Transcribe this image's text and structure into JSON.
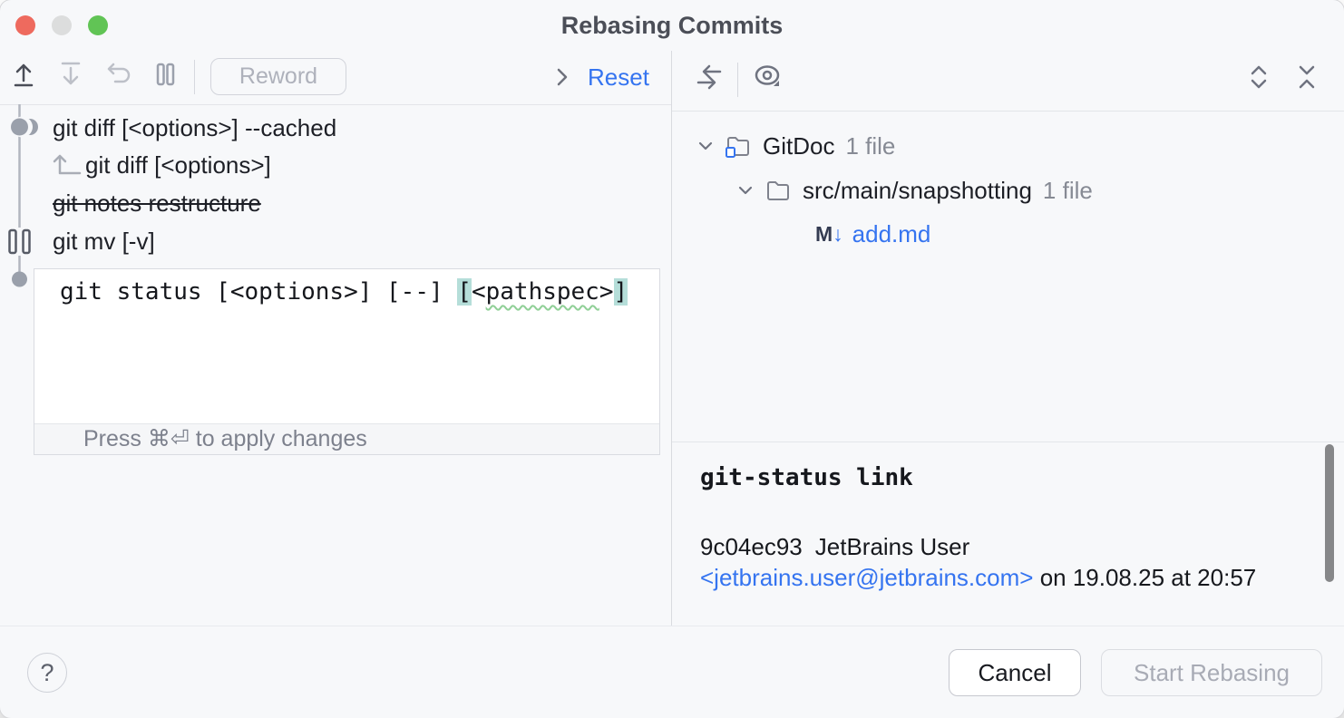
{
  "window": {
    "title": "Rebasing Commits"
  },
  "colors": {
    "accent_blue": "#3574f0",
    "bracket_highlight": "#b5ded9",
    "graph_gray": "#9aa0ab",
    "traffic_red": "#ee6a5e",
    "traffic_green": "#61c455"
  },
  "left_toolbar": {
    "icons": [
      "move-commit-up",
      "move-commit-down",
      "undo",
      "pause-edit"
    ],
    "reword_label": "Reword",
    "reset_label": "Reset"
  },
  "right_toolbar": {
    "icons": [
      "swap-diff-sides",
      "preview-eye",
      "expand-all",
      "collapse-all"
    ]
  },
  "commits": [
    {
      "message": "git diff [<options>] --cached",
      "action": "pick"
    },
    {
      "message": "git diff [<options>]",
      "action": "squash-into-previous"
    },
    {
      "message": "git notes restructure",
      "action": "drop"
    },
    {
      "message": "git mv [-v]",
      "action": "edit"
    }
  ],
  "editor": {
    "code_before": "git status [<options>] [--] ",
    "bracket_open": "[",
    "angle_open": "<",
    "word": "pathspec",
    "angle_close": ">",
    "bracket_close": "]",
    "hint": "Press ⌘⏎ to apply changes"
  },
  "tree": {
    "root_name": "GitDoc",
    "root_count": "1 file",
    "dir_name": "src/main/snapshotting",
    "dir_count": "1 file",
    "file_name": "add.md",
    "file_icon_letter": "M",
    "file_icon_arrow": "↓"
  },
  "details": {
    "subject": "git-status link",
    "hash": "9c04ec93",
    "author": "JetBrains User",
    "email": "<jetbrains.user@jetbrains.com>",
    "date": "on 19.08.25 at 20:57"
  },
  "footer": {
    "help_label": "?",
    "cancel_label": "Cancel",
    "start_label": "Start Rebasing"
  }
}
